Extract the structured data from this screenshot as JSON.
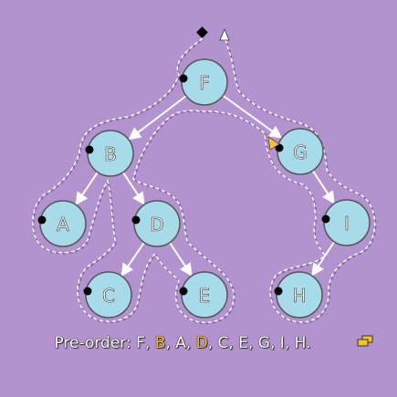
{
  "tree": {
    "nodes": [
      {
        "id": "F",
        "label": "F"
      },
      {
        "id": "B",
        "label": "B"
      },
      {
        "id": "G",
        "label": "G"
      },
      {
        "id": "A",
        "label": "A"
      },
      {
        "id": "D",
        "label": "D"
      },
      {
        "id": "I",
        "label": "I"
      },
      {
        "id": "C",
        "label": "C"
      },
      {
        "id": "E",
        "label": "E"
      },
      {
        "id": "H",
        "label": "H"
      }
    ],
    "edges": [
      {
        "from": "F",
        "to": "B"
      },
      {
        "from": "F",
        "to": "G"
      },
      {
        "from": "B",
        "to": "A"
      },
      {
        "from": "B",
        "to": "D"
      },
      {
        "from": "D",
        "to": "C"
      },
      {
        "from": "D",
        "to": "E"
      },
      {
        "from": "G",
        "to": "I"
      },
      {
        "from": "I",
        "to": "H"
      }
    ],
    "visit_order": [
      "F",
      "B",
      "A",
      "D",
      "C",
      "E",
      "G",
      "I",
      "H"
    ]
  },
  "caption": {
    "prefix": "Pre-order: ",
    "sequence": [
      "F",
      "B",
      "A",
      "D",
      "C",
      "E",
      "G",
      "I",
      "H"
    ],
    "highlighted": [
      "B",
      "D"
    ],
    "suffix": "."
  },
  "colors": {
    "background": "#b293cf",
    "node_fill": "#a8dbea",
    "highlight": "#f2c230",
    "edge": "#ffffff",
    "visit_dot": "#000000"
  },
  "icons": {
    "legend": "overlapping-squares-icon",
    "start": "diamond-start-icon",
    "end": "arrow-end-icon"
  }
}
